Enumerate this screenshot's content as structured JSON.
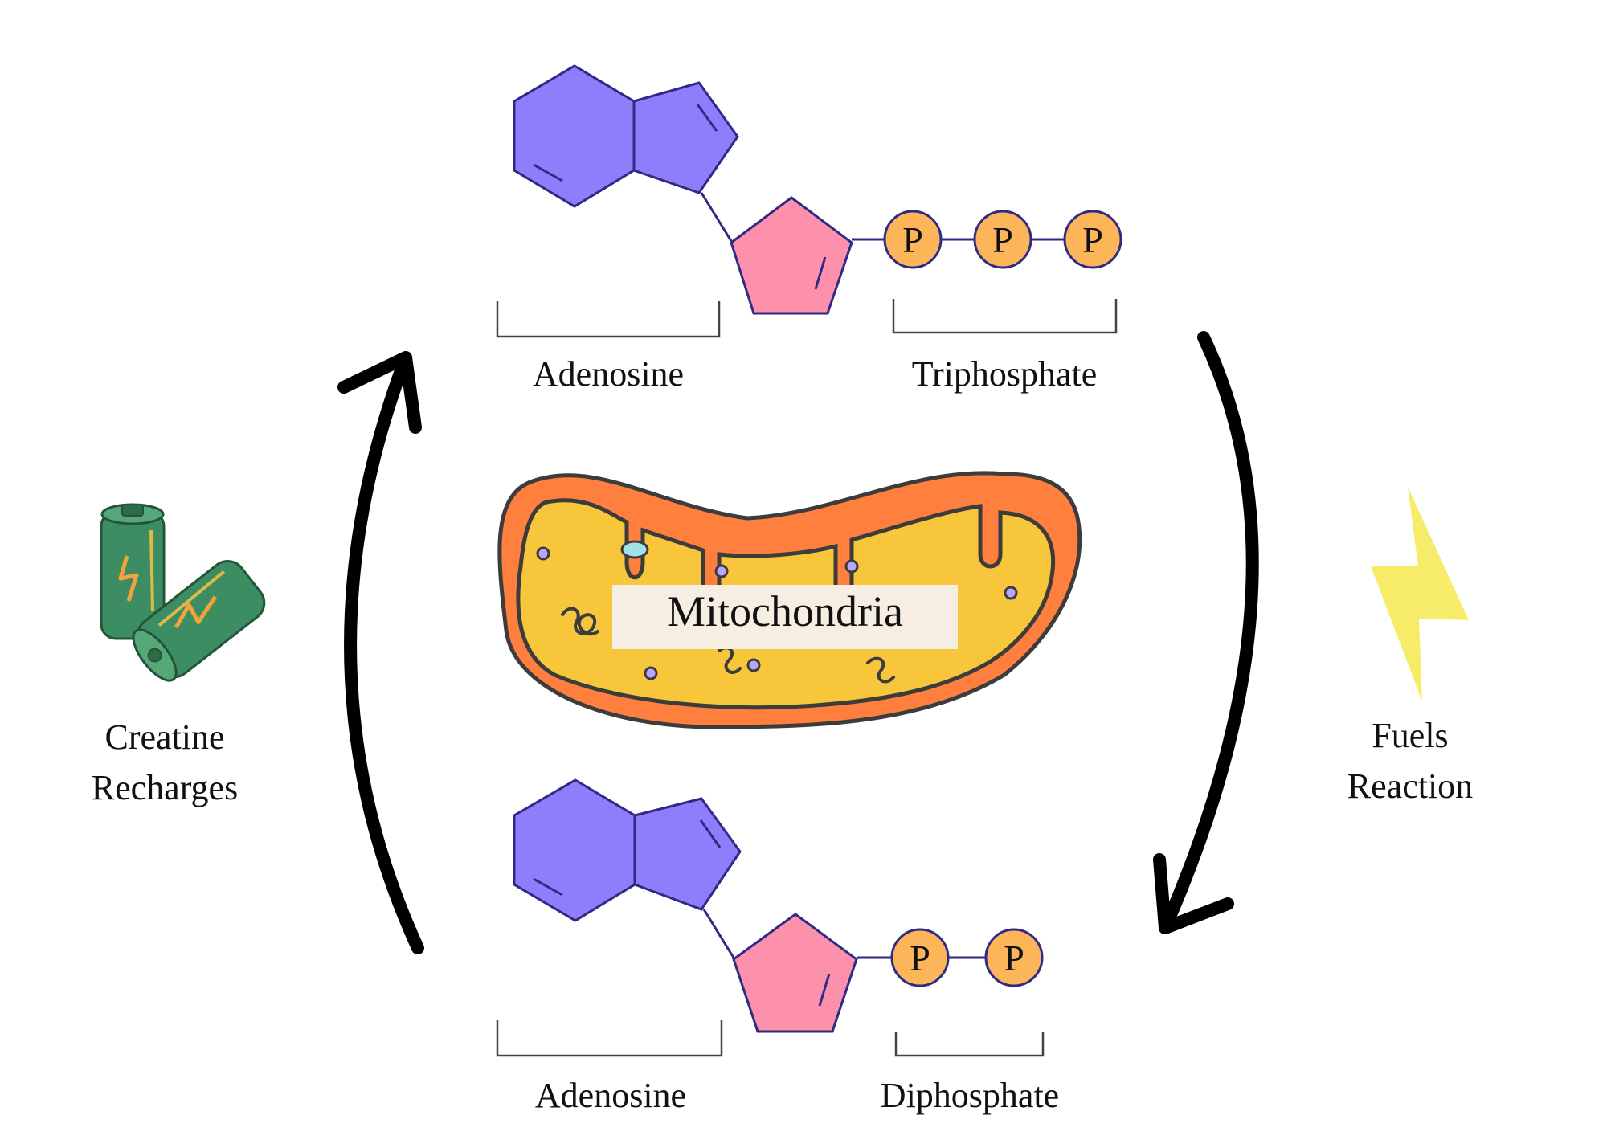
{
  "atp": {
    "adenosine_label": "Adenosine",
    "phosphate_label": "Triphosphate",
    "phosphate_symbols": [
      "P",
      "P",
      "P"
    ]
  },
  "adp": {
    "adenosine_label": "Adenosine",
    "phosphate_label": "Diphosphate",
    "phosphate_symbols": [
      "P",
      "P"
    ]
  },
  "mitochondria": {
    "label": "Mitochondria"
  },
  "left": {
    "label_line1": "Creatine",
    "label_line2": "Recharges",
    "icon": "battery-icon"
  },
  "right": {
    "label_line1": "Fuels",
    "label_line2": "Reaction",
    "icon": "lightning-bolt-icon"
  },
  "colors": {
    "purple": "#8f7efc",
    "pink": "#fd91ab",
    "orange": "#fdb55a",
    "outline": "#2f2a85",
    "mito_outer": "#fe7f3e",
    "mito_inner": "#f8c63a",
    "battery": "#3c8e62",
    "bolt": "#f7ec6a"
  }
}
